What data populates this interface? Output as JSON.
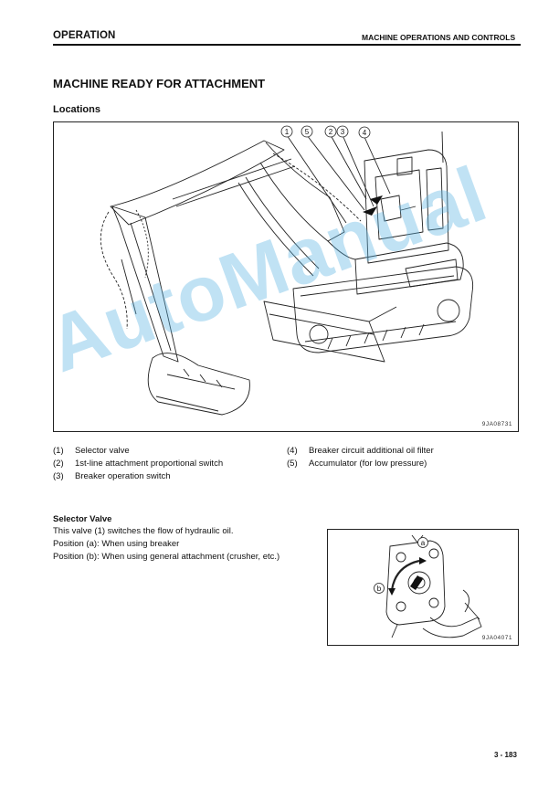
{
  "header": {
    "section": "OPERATION",
    "chapter": "MACHINE OPERATIONS AND CONTROLS"
  },
  "section_title": "MACHINE READY FOR ATTACHMENT",
  "locations": {
    "title": "Locations",
    "figure_code": "9JA08731",
    "callouts": [
      "1",
      "5",
      "2",
      "3",
      "4"
    ],
    "legend": [
      {
        "num": "(1)",
        "text": "Selector valve"
      },
      {
        "num": "(2)",
        "text": "1st-line attachment proportional switch"
      },
      {
        "num": "(3)",
        "text": "Breaker operation switch"
      },
      {
        "num": "(4)",
        "text": "Breaker circuit additional oil filter"
      },
      {
        "num": "(5)",
        "text": "Accumulator (for low pressure)"
      }
    ]
  },
  "selector_valve": {
    "title": "Selector Valve",
    "lines": [
      "This valve (1) switches the flow of hydraulic oil.",
      "Position (a): When using breaker",
      "Position (b): When using general attachment (crusher, etc.)"
    ],
    "figure_code": "9JA04071",
    "label_a": "a",
    "label_b": "b"
  },
  "watermark": "AutoManual",
  "page_number": "3 - 183",
  "colors": {
    "watermark": "#5ab4e1",
    "ink": "#111111"
  }
}
